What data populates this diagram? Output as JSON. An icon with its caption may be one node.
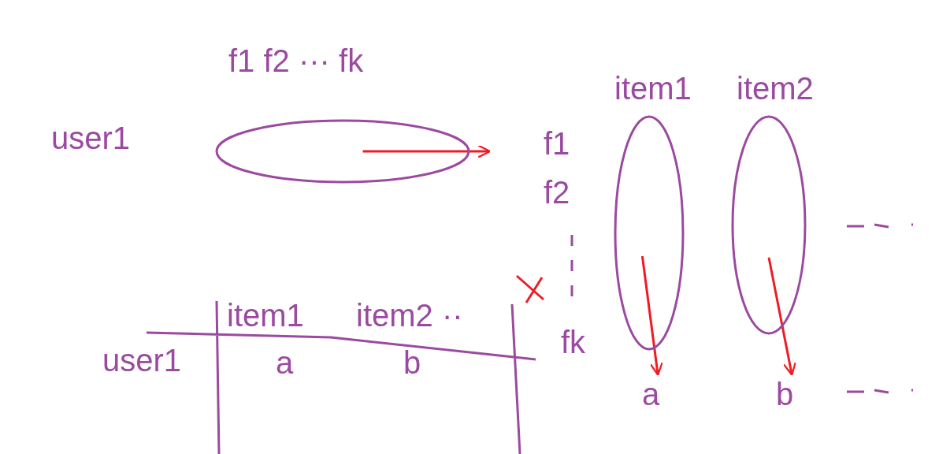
{
  "diagram": {
    "nodes": [
      {
        "text": [
          "f1 f2 ··· fk"
        ],
        "beside": [
          "user1"
        ]
      },
      {
        "text": [
          "item1"
        ]
      },
      {
        "text": [
          "item2"
        ]
      },
      {
        "text": [
          "a"
        ]
      },
      {
        "text": [
          "b"
        ]
      }
    ],
    "edges": [
      {
        "from": 0,
        "to": null,
        "arrow": "to"
      },
      {
        "from": 1,
        "to": 3,
        "arrow": "to"
      },
      {
        "from": 2,
        "to": 4,
        "arrow": "to"
      }
    ],
    "labels": [
      "f1",
      "f2",
      "fk",
      "item1",
      "item2 ··",
      "user1",
      "a",
      "b"
    ]
  }
}
